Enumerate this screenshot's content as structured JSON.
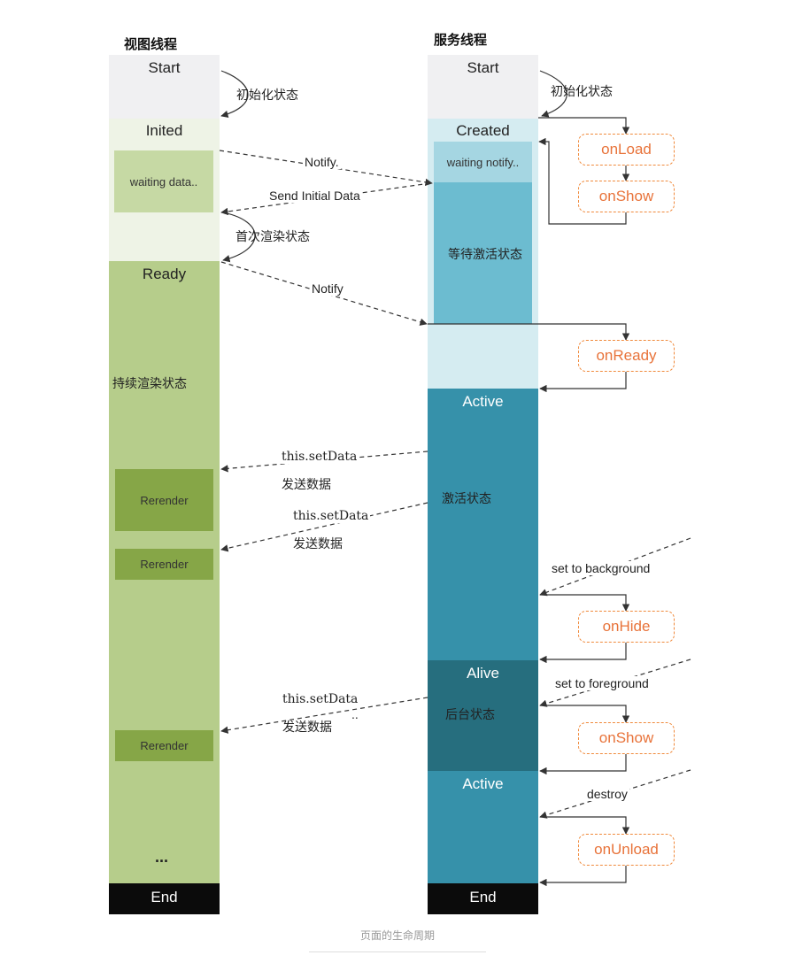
{
  "view_thread": {
    "title": "视图线程",
    "states": {
      "start": "Start",
      "inited": "Inited",
      "waiting_data": "waiting data..",
      "ready": "Ready",
      "continuous_render": "持续渲染状态",
      "rerender": "Rerender",
      "ellipsis": "...",
      "end": "End"
    },
    "transitions": {
      "init": "初始化状态",
      "first_render": "首次渲染状态"
    }
  },
  "service_thread": {
    "title": "服务线程",
    "states": {
      "start": "Start",
      "created": "Created",
      "waiting_notify": "waiting notify..",
      "waiting_activate": "等待激活状态",
      "active": "Active",
      "activated": "激活状态",
      "alive": "Alive",
      "background": "后台状态",
      "end": "End"
    },
    "transitions": {
      "init": "初始化状态",
      "set_background": "set to background",
      "set_foreground": "set to foreground",
      "destroy": "destroy"
    },
    "hooks": {
      "on_load": "onLoad",
      "on_show": "onShow",
      "on_ready": "onReady",
      "on_hide": "onHide",
      "on_show_again": "onShow",
      "on_unload": "onUnload"
    }
  },
  "messages": {
    "notify_1": "Notify.",
    "send_initial_data": "Send Initial Data",
    "notify_2": "Notify",
    "set_data": "this.setData",
    "send_data": "发送数据",
    "dots": ".."
  },
  "caption": "页面的生命周期",
  "colors": {
    "start_gray": "#f0f0f2",
    "inited_pale_green": "#eef3e6",
    "waiting_green": "#c6d9a4",
    "ready_green": "#b6cd8b",
    "rerender_green": "#86a647",
    "created_pale_blue": "#d5ecf1",
    "waiting_notify_blue": "#a5d6e2",
    "waiting_activate_blue": "#6cbcd0",
    "active_teal": "#3691aa",
    "alive_dark_teal": "#266e7e",
    "end_black": "#0b0b0b",
    "hook_orange": "#e8733a"
  }
}
